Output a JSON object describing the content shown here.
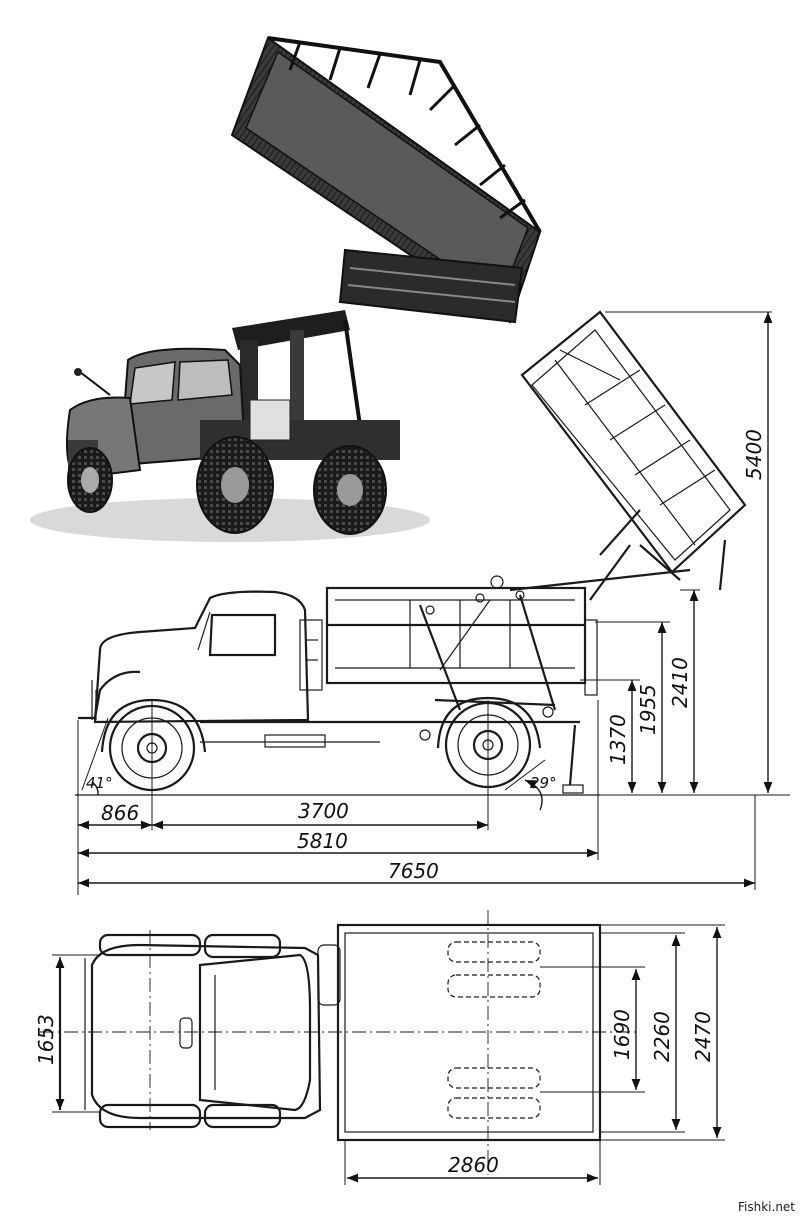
{
  "side_view": {
    "dims": {
      "front_overhang": "866",
      "wheelbase": "3700",
      "length_body": "5810",
      "length_overall": "7650",
      "height_1370": "1370",
      "height_1955": "1955",
      "height_2410": "2410",
      "height_raised": "5400"
    },
    "angles": {
      "approach": "41°",
      "departure": "29°"
    }
  },
  "top_view": {
    "dims": {
      "front_track": "1653",
      "rear_track": "1690",
      "body_width": "2260",
      "overall_width": "2470",
      "body_length": "2860"
    }
  },
  "watermark": "Fishki.net"
}
